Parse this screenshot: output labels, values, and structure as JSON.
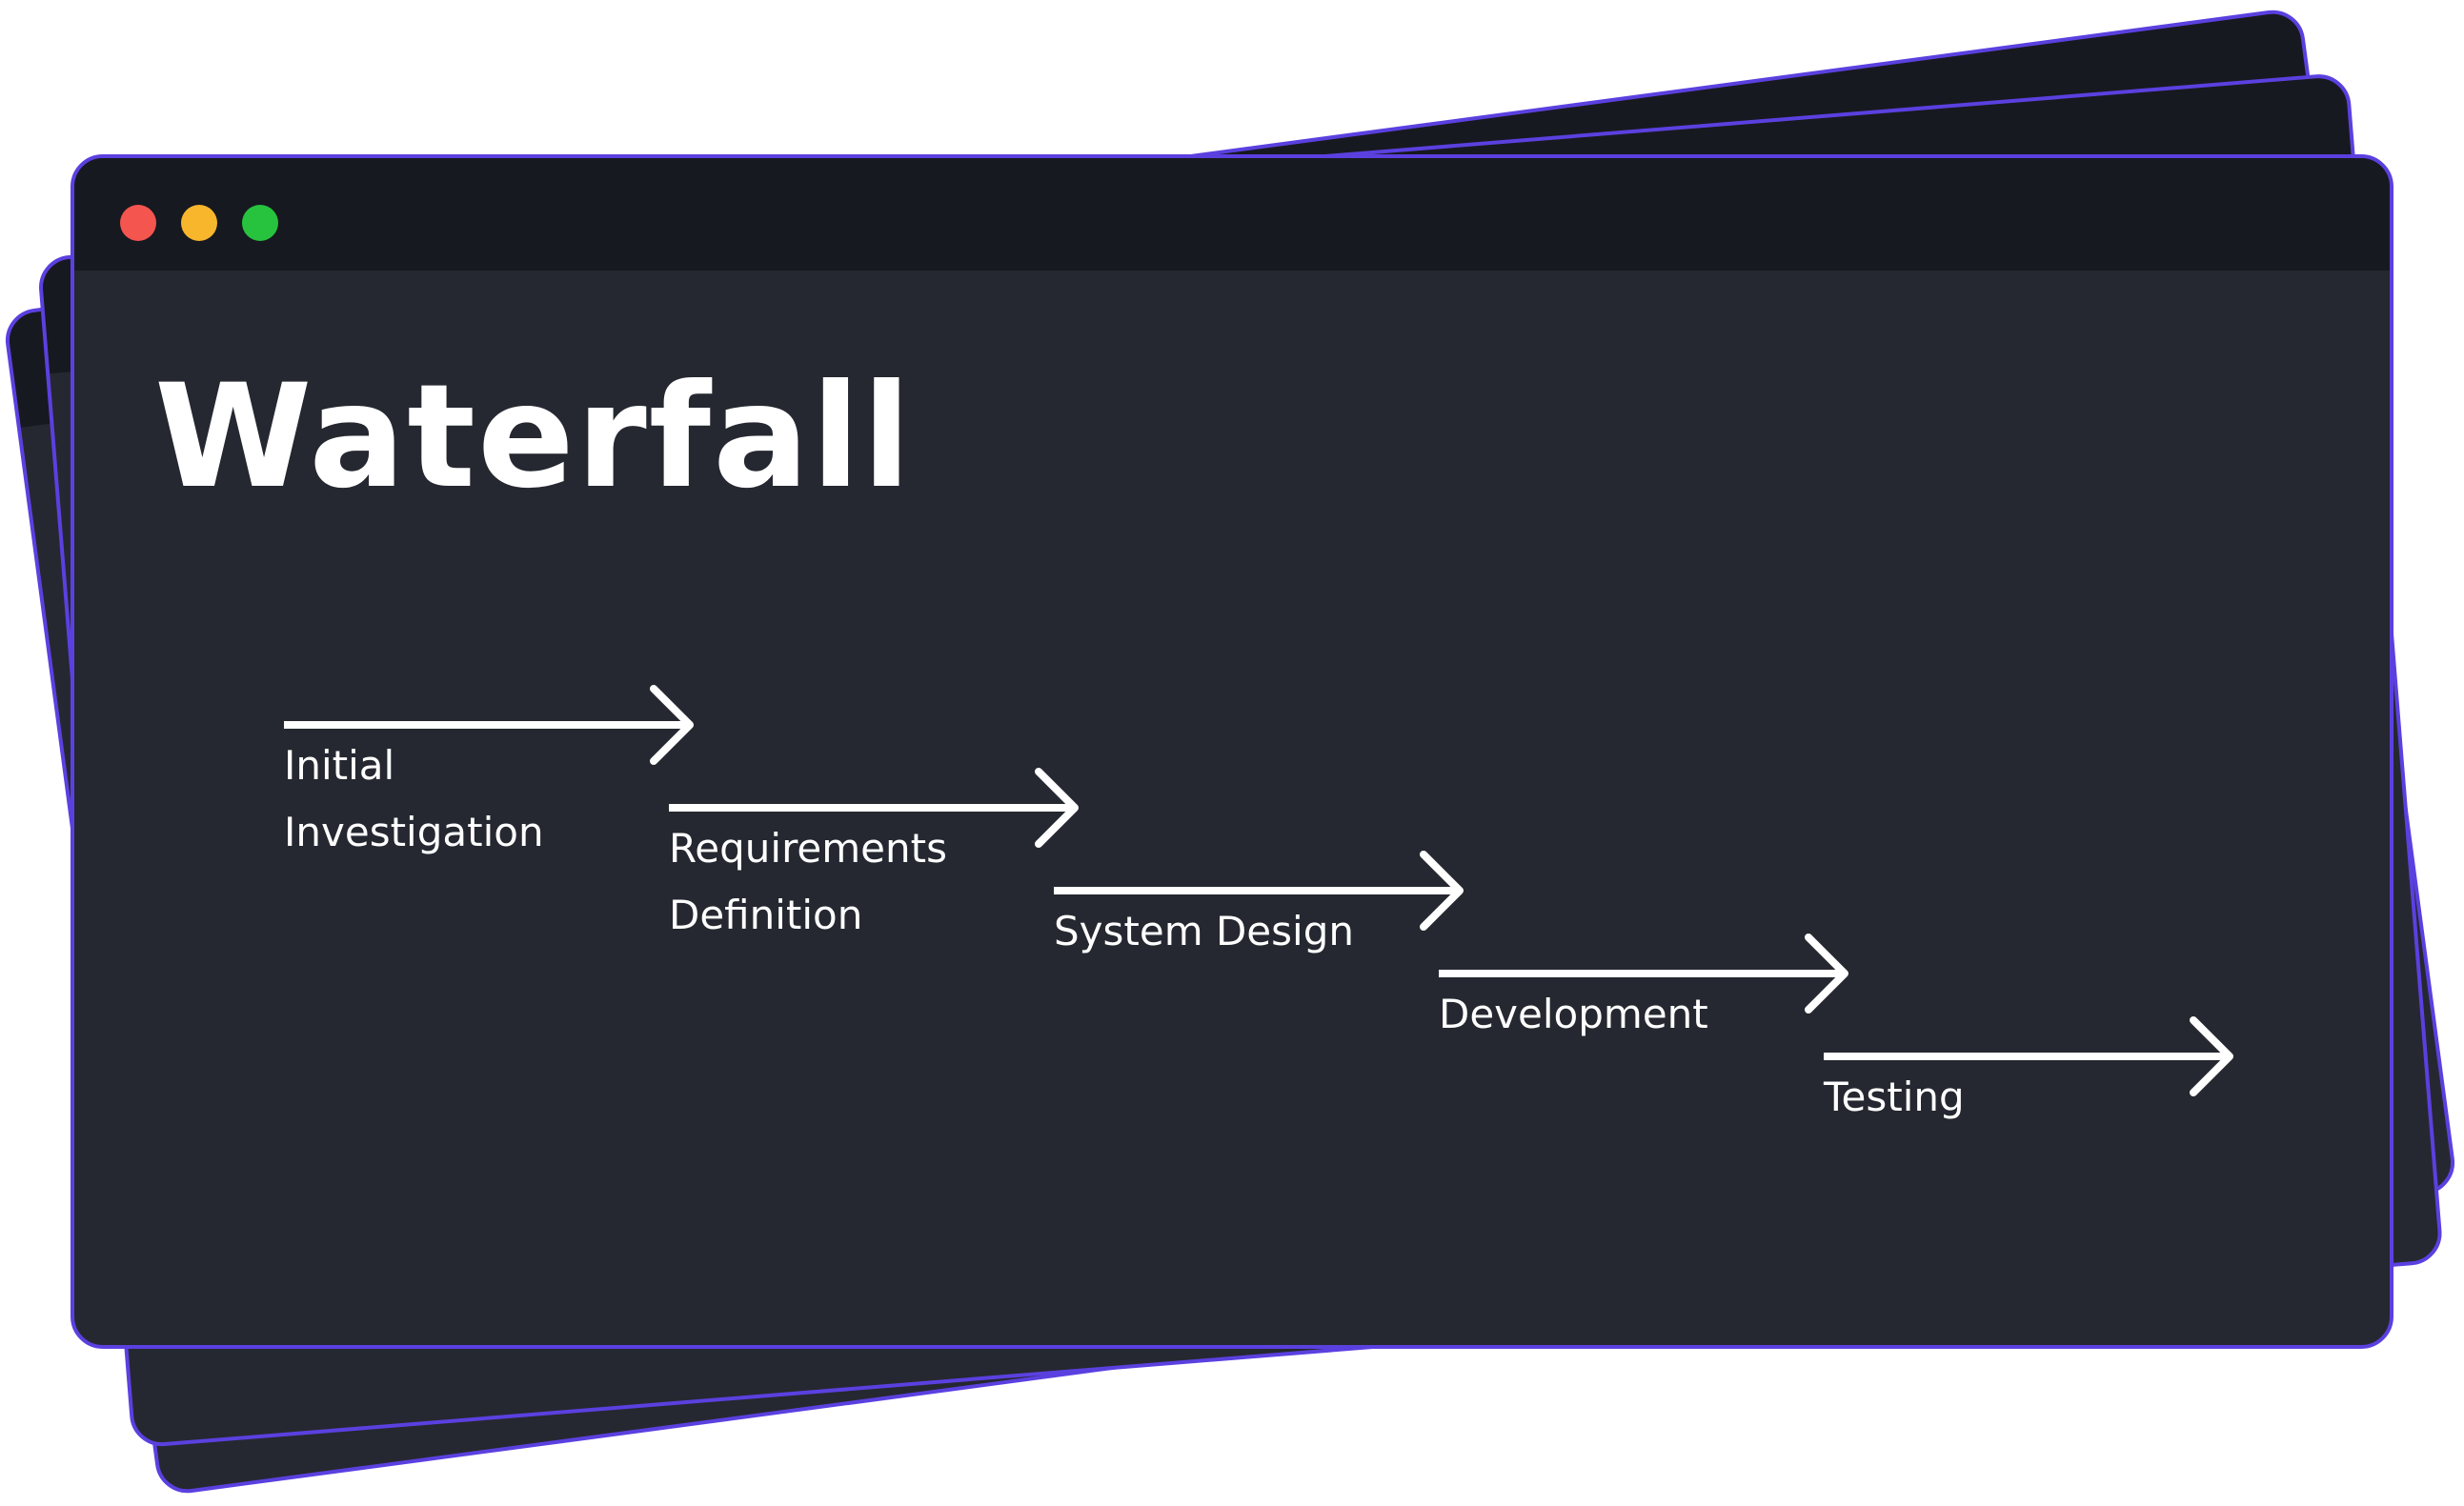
{
  "title": "Waterfall",
  "window_controls": [
    "close",
    "minimize",
    "maximize"
  ],
  "colors": {
    "background": "#252830",
    "titlebar": "#171920",
    "accent": "#5b40e0",
    "text": "#ffffff",
    "close": "#f4554f",
    "minimize": "#f7b62c",
    "maximize": "#27c33f"
  },
  "stages": [
    {
      "label": "Initial\nInvestigation",
      "order": 1
    },
    {
      "label": "Requirements\nDefinition",
      "order": 2
    },
    {
      "label": "System Design",
      "order": 3
    },
    {
      "label": "Development",
      "order": 4
    },
    {
      "label": "Testing",
      "order": 5
    }
  ]
}
